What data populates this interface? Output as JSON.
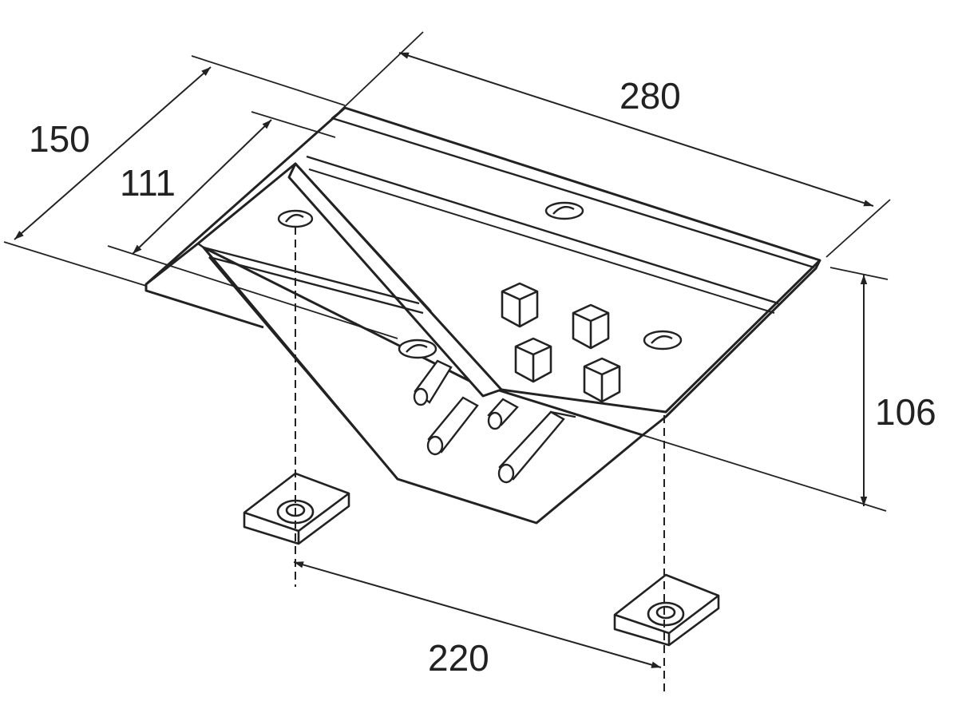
{
  "drawing": {
    "stroke_color": "#222222",
    "background": "#ffffff",
    "dimensions": {
      "width_280": "280",
      "depth_150": "150",
      "depth_111": "111",
      "height_106": "106",
      "spacing_220": "220"
    }
  }
}
